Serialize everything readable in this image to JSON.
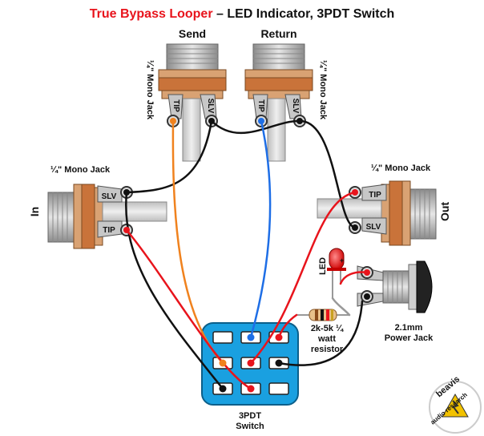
{
  "title": {
    "main": "True Bypass Looper",
    "rest": " – LED Indicator, 3PDT Switch"
  },
  "jacks": {
    "send": {
      "label": "Send",
      "type": "¼\" Mono Jack",
      "tip": "TIP",
      "sleeve": "SLV"
    },
    "return": {
      "label": "Return",
      "type": "¼\" Mono Jack",
      "tip": "TIP",
      "sleeve": "SLV"
    },
    "input": {
      "label": "In",
      "type": "¼\" Mono Jack",
      "tip": "TIP",
      "sleeve": "SLV"
    },
    "output": {
      "label": "Out",
      "type": "¼\" Mono Jack",
      "tip": "TIP",
      "sleeve": "SLV"
    }
  },
  "switch": {
    "line1": "3PDT",
    "line2": "Switch"
  },
  "led": {
    "label": "LED",
    "plus": "+"
  },
  "resistor": {
    "line1": "2k-5k ¼",
    "line2": "watt",
    "line3": "resistor"
  },
  "power_jack": {
    "line1": "2.1mm",
    "line2": "Power Jack"
  },
  "logo": {
    "line1": "beavis",
    "line2": "audio research"
  },
  "colors": {
    "title_red": "#e8141c",
    "wire_red": "#e8141c",
    "wire_orange": "#f0821e",
    "wire_blue": "#1e6ee6",
    "wire_black": "#111111",
    "switch_body": "#1aa0e0",
    "jack_copper": "#c9733a",
    "jack_tan": "#d9a273"
  }
}
